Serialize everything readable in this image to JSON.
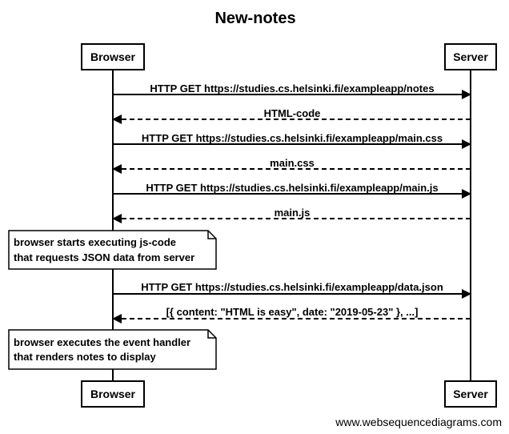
{
  "title": "New-notes",
  "participants": [
    {
      "id": "browser",
      "label": "Browser"
    },
    {
      "id": "server",
      "label": "Server"
    }
  ],
  "messages": [
    {
      "from": "browser",
      "to": "server",
      "style": "solid",
      "label": "HTTP GET https://studies.cs.helsinki.fi/exampleapp/notes"
    },
    {
      "from": "server",
      "to": "browser",
      "style": "dashed",
      "label": "HTML-code"
    },
    {
      "from": "browser",
      "to": "server",
      "style": "solid",
      "label": "HTTP GET https://studies.cs.helsinki.fi/exampleapp/main.css"
    },
    {
      "from": "server",
      "to": "browser",
      "style": "dashed",
      "label": "main.css"
    },
    {
      "from": "browser",
      "to": "server",
      "style": "solid",
      "label": "HTTP GET https://studies.cs.helsinki.fi/exampleapp/main.js"
    },
    {
      "from": "server",
      "to": "browser",
      "style": "dashed",
      "label": "main.js"
    },
    {
      "from": "browser",
      "to": "server",
      "style": "solid",
      "label": "HTTP GET https://studies.cs.helsinki.fi/exampleapp/data.json"
    },
    {
      "from": "server",
      "to": "browser",
      "style": "dashed",
      "label": "[{ content: \"HTML is easy\", date: \"2019-05-23\" }, ...]"
    }
  ],
  "notes": [
    {
      "over": "browser",
      "lines": [
        "browser starts executing js-code",
        "that requests JSON data from server"
      ]
    },
    {
      "over": "browser",
      "lines": [
        "browser executes the event handler",
        "that renders notes to display"
      ]
    }
  ],
  "footer": "www.websequencediagrams.com"
}
